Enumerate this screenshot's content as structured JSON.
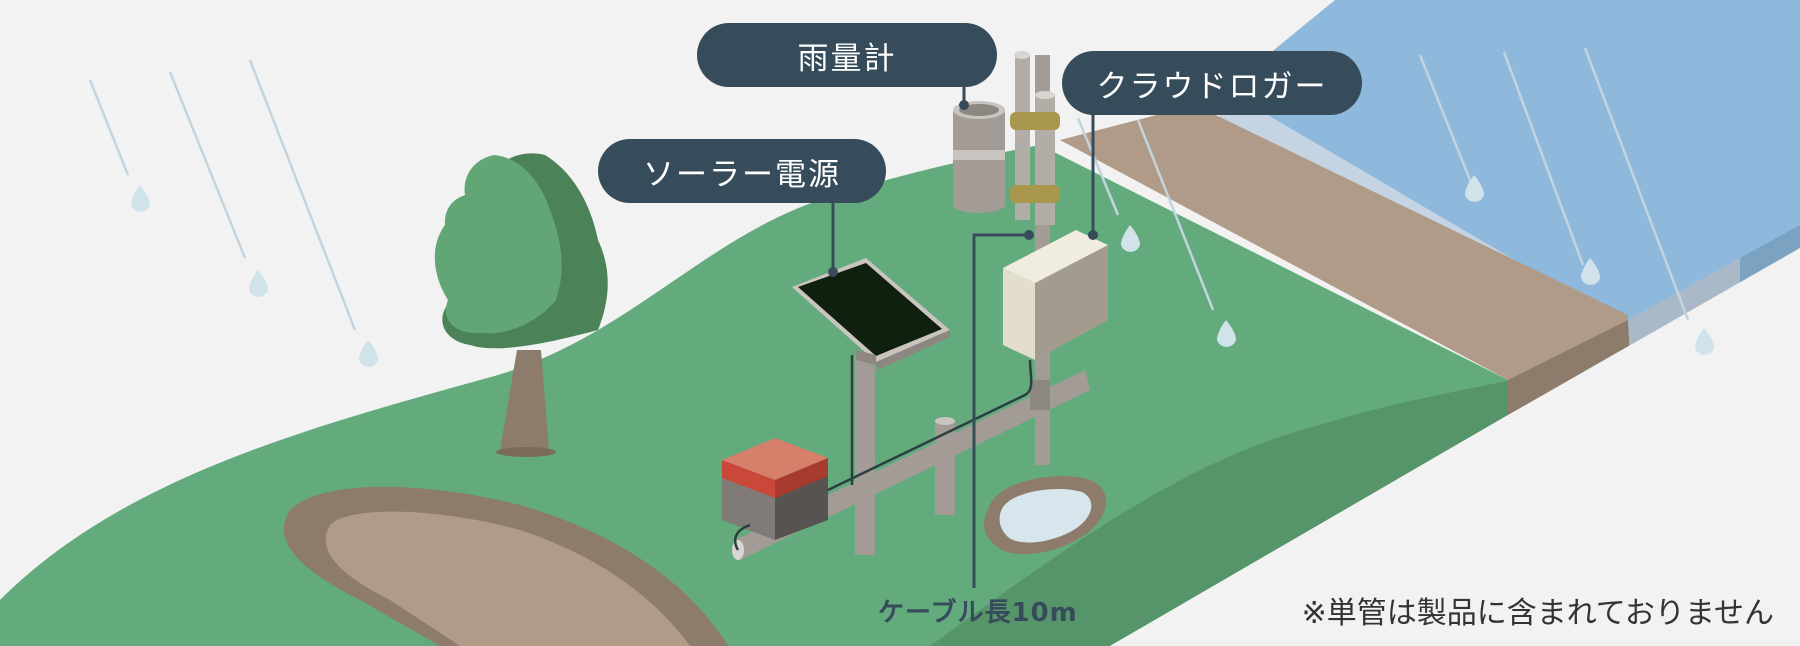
{
  "labels": {
    "rain_gauge": "雨量計",
    "cloud_logger": "クラウドロガー",
    "solar_power": "ソーラー電源"
  },
  "cable_length": "ケーブル長10m",
  "note": "※単管は製品に含まれておりません",
  "colors": {
    "background": "#f2f2f2",
    "callout": "#374c5a",
    "grass": "#63ab7c",
    "grass_dark": "#56946a",
    "river_water": "#8eb9dd",
    "bank_soil": "#af9b87",
    "tree": "#62a675",
    "raindrop": "#d0e2ea"
  },
  "icons": [
    "tree-icon",
    "raindrop-icon",
    "solar-panel-icon",
    "rain-gauge-icon",
    "logger-box-icon",
    "battery-box-icon",
    "puddle-icon"
  ]
}
